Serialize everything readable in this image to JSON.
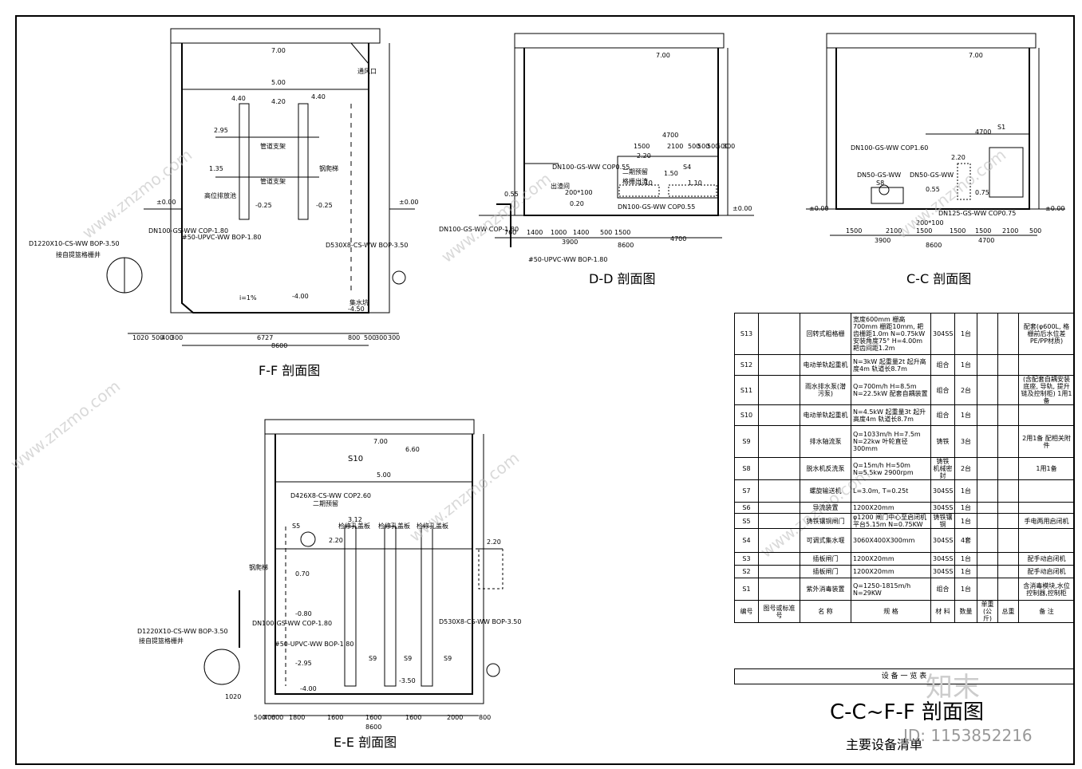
{
  "sections": {
    "ff": {
      "title": "F-F 剖面图",
      "elevations": [
        "7.00",
        "5.00",
        "4.40",
        "4.20",
        "4.40",
        "2.95",
        "1.35",
        "-0.25",
        "-0.25",
        "±0.00",
        "±0.00",
        "-4.00",
        "-4.50"
      ],
      "labels": [
        "高位排放池",
        "管道支架",
        "管道支架",
        "钢爬梯",
        "通风口"
      ],
      "pipes": [
        "DN100-GS-WW COP-1.80",
        "D1220X10-CS-WW BOP-3.50",
        "接自提篮格栅井",
        "#50-UPVC-WW BOP-1.80",
        "D530X8-CS-WW BOP-3.50",
        "i=1%",
        "集水坑"
      ],
      "dims": [
        "1020",
        "500",
        "400",
        "300",
        "6727",
        "800",
        "500",
        "300",
        "300",
        "8600"
      ]
    },
    "dd": {
      "title": "D-D 剖面图",
      "elevations": [
        "7.00",
        "2.20",
        "1.50",
        "1.10",
        "1.10",
        "0.55",
        "0.20",
        "±0.00"
      ],
      "labels": [
        "S4",
        "二期预留",
        "格栅出渣",
        "出渣间"
      ],
      "pipes": [
        "DN100-GS-WW COP0.55",
        "200*100",
        "DN100-GS-WW COP-1.80",
        "DN100-GS-WW COP0.55",
        "#50-UPVC-WW BOP-1.80"
      ],
      "dims": [
        "4700",
        "1500",
        "2100",
        "500",
        "500",
        "500",
        "500",
        "300",
        "760",
        "1400",
        "1000",
        "1400",
        "500",
        "1500",
        "3900",
        "8600",
        "4700"
      ]
    },
    "cc": {
      "title": "C-C 剖面图",
      "elevations": [
        "7.00",
        "2.20",
        "0.55",
        "0.75",
        "±0.00",
        "±0.00"
      ],
      "labels": [
        "S1",
        "S8"
      ],
      "pipes": [
        "DN100-GS-WW COP1.60",
        "DN50-GS-WW",
        "DN50-GS-WW",
        "DN125-GS-WW COP0.75",
        "200*100"
      ],
      "dims": [
        "4700",
        "1500",
        "2100",
        "1500",
        "1500",
        "1500",
        "2100",
        "500",
        "3900",
        "8600",
        "4700"
      ]
    },
    "ee": {
      "title": "E-E 剖面图",
      "elevations": [
        "7.00",
        "6.60",
        "5.00",
        "3.12",
        "2.20",
        "2.20",
        "0.70",
        "-0.80",
        "-2.95",
        "-4.00",
        "-3.50"
      ],
      "labels": [
        "S10",
        "S5",
        "S9",
        "S9",
        "S9",
        "钢爬梯",
        "二期预留",
        "检修孔盖板",
        "检修孔盖板",
        "检修孔盖板"
      ],
      "pipes": [
        "D426X8-CS-WW COP2.60",
        "D1220X10-CS-WW BOP-3.50",
        "接自提篮格栅井",
        "DN100-GS-WW COP-1.80",
        "#50-UPVC-WW BOP-1.80",
        "D530X8-CS-WW BOP-3.50"
      ],
      "dims": [
        "1020",
        "500",
        "400",
        "600",
        "1800",
        "1600",
        "1600",
        "1600",
        "2000",
        "800",
        "8600"
      ]
    }
  },
  "equipment": {
    "header": [
      "编号",
      "图号或标准号",
      "名 称",
      "规 格",
      "材 料",
      "数量",
      "单重(公斤)",
      "总重",
      "备 注"
    ],
    "rows": [
      {
        "code": "S13",
        "name": "回转式粗格栅",
        "spec": "宽度600mm 栅高700mm 栅距10mm, 耙齿栅距1.0m N=0.75kW 安装角度75° H=4.00m 耙齿间距1.2m",
        "mat": "304SS",
        "qty": "1台",
        "note": "配套(φ600L, 格栅前后水位差 PE/PP材质)"
      },
      {
        "code": "S12",
        "name": "电动单轨起重机",
        "spec": "N=3kW 起重量2t 起升高度4m 轨道长8.7m",
        "mat": "组合",
        "qty": "1台",
        "note": ""
      },
      {
        "code": "S11",
        "name": "雨水排水泵(潜污泵)",
        "spec": "Q=700m/h H=8.5m N=22.5kW 配套自耦装置",
        "mat": "组合",
        "qty": "2台",
        "note": "(含配套自耦安装底座, 导轨, 提升链及控制柜) 1用1备"
      },
      {
        "code": "S10",
        "name": "电动单轨起重机",
        "spec": "N=4.5kW 起重量3t 起升高度4m 轨道长8.7m",
        "mat": "组合",
        "qty": "1台",
        "note": ""
      },
      {
        "code": "S9",
        "name": "排水轴流泵",
        "spec": "Q=1033m/h H=7.5m N=22kw 叶轮直径300mm",
        "mat": "铸铁",
        "qty": "3台",
        "note": "2用1备 配相关附件"
      },
      {
        "code": "S8",
        "name": "脱水机反洗泵",
        "spec": "Q=15m/h H=50m N=5.5kw 2900rpm",
        "mat": "铸铁 机械密封",
        "qty": "2台",
        "note": "1用1备"
      },
      {
        "code": "S7",
        "name": "螺旋输送机",
        "spec": "L=3.0m, T=0.25t",
        "mat": "304SS",
        "qty": "1台",
        "note": ""
      },
      {
        "code": "S6",
        "name": "导流装置",
        "spec": "1200X20mm",
        "mat": "304SS",
        "qty": "1台",
        "note": ""
      },
      {
        "code": "S5",
        "name": "铸铁镶铜闸门",
        "spec": "φ1200 闸门中心至启闭机平台5.15m N=0.75KW",
        "mat": "铸铁镶铜",
        "qty": "1台",
        "note": "手电两用启闭机"
      },
      {
        "code": "S4",
        "name": "可调式集水堰",
        "spec": "3060X400X300mm",
        "mat": "304SS",
        "qty": "4套",
        "note": ""
      },
      {
        "code": "S3",
        "name": "插板闸门",
        "spec": "1200X20mm",
        "mat": "304SS",
        "qty": "1台",
        "note": "配手动启闭机"
      },
      {
        "code": "S2",
        "name": "插板闸门",
        "spec": "1200X20mm",
        "mat": "304SS",
        "qty": "1台",
        "note": "配手动启闭机"
      },
      {
        "code": "S1",
        "name": "紫外消毒装置",
        "spec": "Q=1250-1815m/h N=29KW",
        "mat": "组合",
        "qty": "1台",
        "note": "含消毒模块,水位控制器,控制柜"
      }
    ],
    "summary": "设 备 一 览 表"
  },
  "titleblock": {
    "title": "C-C~F-F 剖面图",
    "subtitle": "主要设备清单",
    "brand": "知末",
    "id": "ID: 1153852216"
  },
  "watermark": "www.znzmo.com"
}
